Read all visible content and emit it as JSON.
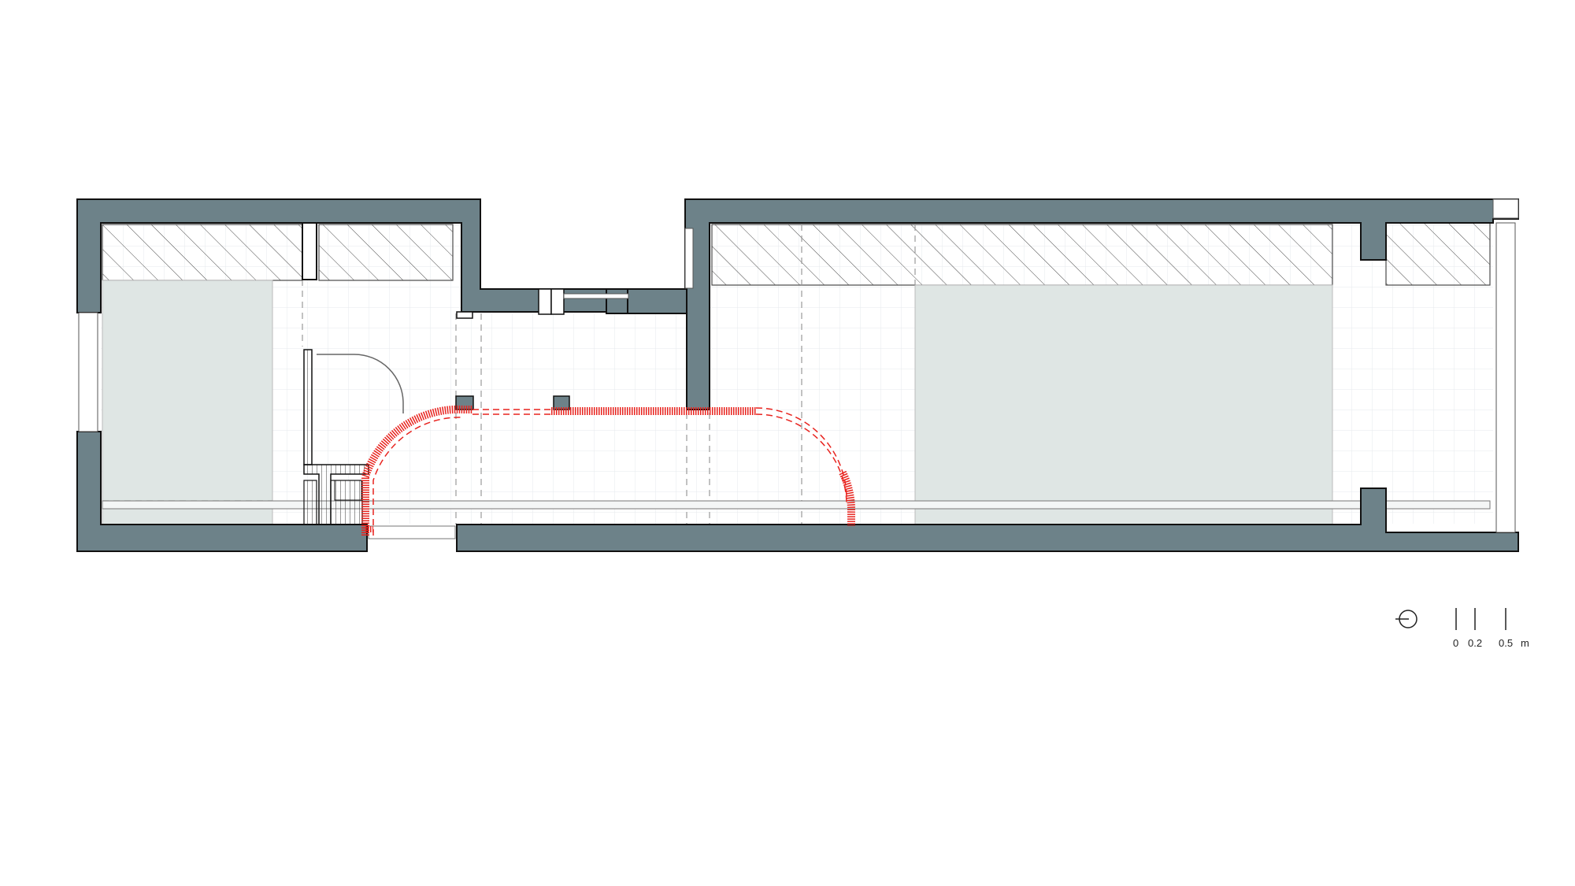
{
  "diagram": {
    "kind": "architectural-floor-plan",
    "colors": {
      "wall": "#6d8289",
      "wall_edge": "#111111",
      "floor_zone": "#dfe6e4",
      "hatch": "#4a4a4a",
      "grid": "#e4e8ea",
      "guide": "#888888",
      "curved_partition": "#e8231e",
      "background": "#ffffff"
    },
    "north_symbol": "north-arrow-icon",
    "scale_bar": {
      "ticks": [
        "0",
        "0.2",
        "0.5"
      ],
      "unit": "m"
    }
  }
}
